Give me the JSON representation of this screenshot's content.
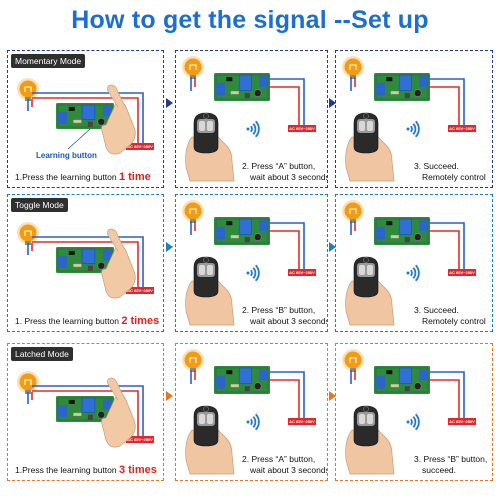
{
  "title": "How to get the signal --Set up",
  "rows": [
    {
      "mode": "Momentary Mode",
      "color": "#1f3a8f",
      "learning_label": "Learning button",
      "step1": {
        "text": "1.Press the learning button ",
        "highlight": "1 time"
      },
      "step2": {
        "line1": "2. Press “A” button,",
        "line2": "wait about 3 seconds"
      },
      "step3": {
        "line1": "3.  Succeed.",
        "line2": "Remotely control"
      },
      "ac_label": "AC 85V~250V"
    },
    {
      "mode": "Toggle Mode",
      "color": "#1b7fc4",
      "step1": {
        "text": "1. Press the learning button ",
        "highlight": "2 times"
      },
      "step2": {
        "line1": "2. Press  “B” button,",
        "line2": "wait about 3 seconds"
      },
      "step3": {
        "line1": "3.  Succeed.",
        "line2": "Remotely control"
      },
      "ac_label": "AC 85V~250V"
    },
    {
      "mode": "Latched Mode",
      "color": "#e8741e",
      "step1": {
        "text": "1.Press the learning button ",
        "highlight": "3 times"
      },
      "step2": {
        "line1": "2. Press  “A” button,",
        "line2": "wait about 3 seconds"
      },
      "step3": {
        "line1": "3.  Press  “B” button,",
        "line2": "succeed."
      },
      "ac_label": "AC 85V~250V"
    }
  ],
  "icons": [
    "bulb-icon",
    "relay-board-icon",
    "hand-icon",
    "remote-control-icon",
    "wireless-signal-icon",
    "arrow-right-icon"
  ]
}
